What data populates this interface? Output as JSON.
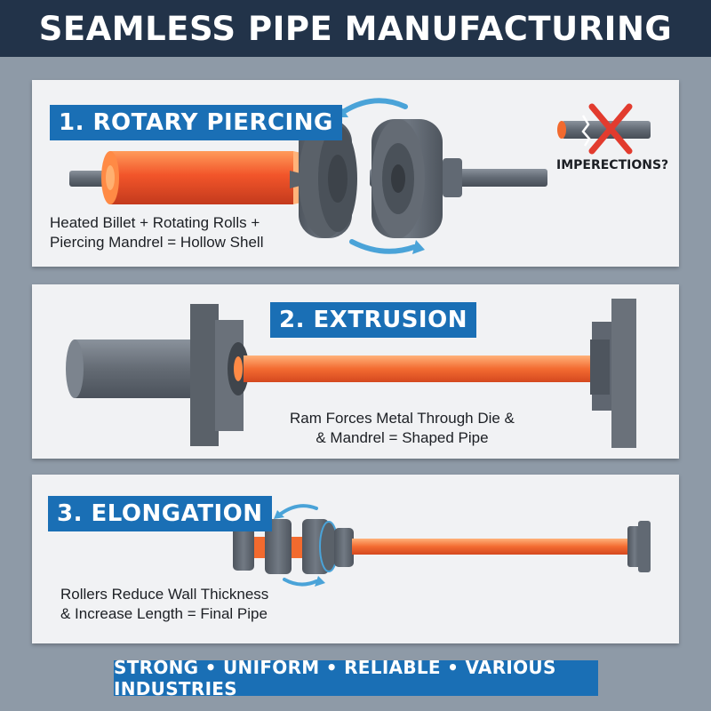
{
  "header": {
    "title": "SEAMLESS PIPE MANUFACTURING"
  },
  "steps": [
    {
      "title": "1. ROTARY PIERCING",
      "caption_lines": [
        "Heated Billet + Rotating Rolls +",
        "Piercing Mandrel = Hollow Shell"
      ],
      "aside_label": "IMPERECTIONS?"
    },
    {
      "title": "2. EXTRUSION",
      "caption_lines": [
        "Ram Forces Metal Through Die &",
        "& Mandrel = Shaped Pipe"
      ]
    },
    {
      "title": "3. ELONGATION",
      "caption_lines": [
        "Rollers Reduce Wall Thickness",
        "& Increase Length = Final Pipe"
      ]
    }
  ],
  "footer": {
    "tagline": "STRONG • UNIFORM • RELIABLE • VARIOUS INDUSTRIES"
  },
  "colors": {
    "header_bg": "#223349",
    "accent_blue": "#1a6fb5",
    "hot_metal": "#f26a2e",
    "steel": "#5f6670",
    "rotation_arrow": "#4aa3d8",
    "reject_cross": "#e23b2e"
  },
  "icons": [
    "rotation-arrow-icon",
    "reject-cross-icon",
    "crack-icon"
  ]
}
